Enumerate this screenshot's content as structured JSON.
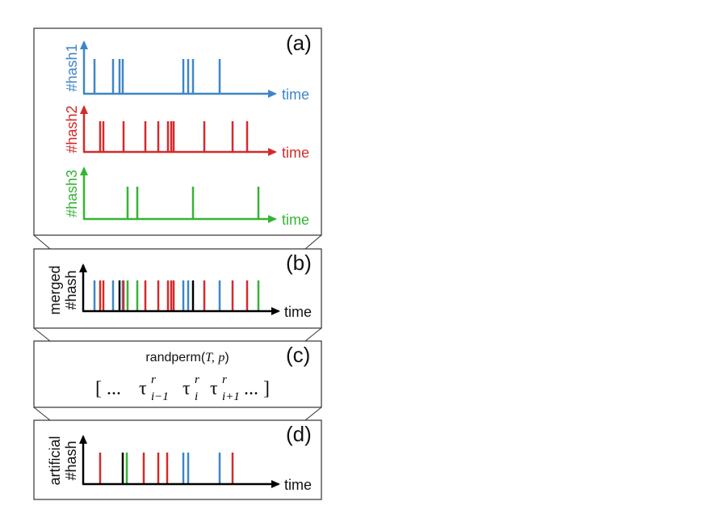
{
  "colors": {
    "hash1": "#3f86c6",
    "hash2": "#d42a2a",
    "hash3": "#35b533",
    "black": "#000000",
    "frame": "#333333"
  },
  "panel_a": {
    "label": "(a)",
    "rows": [
      {
        "ylabel": "#hash1",
        "xlabel": "time",
        "color_key": "hash1",
        "events": [
          117,
          140,
          148,
          152,
          227,
          233,
          239,
          272
        ]
      },
      {
        "ylabel": "#hash2",
        "xlabel": "time",
        "color_key": "hash2",
        "events": [
          124,
          128,
          153,
          180,
          196,
          208,
          212,
          215,
          253,
          288,
          306
        ]
      },
      {
        "ylabel": "#hash3",
        "xlabel": "time",
        "color_key": "hash3",
        "events": [
          158,
          170,
          239,
          320
        ]
      }
    ]
  },
  "panel_b": {
    "label": "(b)",
    "ylabel_line1": "merged",
    "ylabel_line2": "#hash",
    "xlabel": "time",
    "events": [
      {
        "t": 117,
        "c": "hash1"
      },
      {
        "t": 124,
        "c": "hash2"
      },
      {
        "t": 128,
        "c": "hash2"
      },
      {
        "t": 140,
        "c": "hash1"
      },
      {
        "t": 148,
        "c": "black"
      },
      {
        "t": 152,
        "c": "hash1"
      },
      {
        "t": 153,
        "c": "hash2"
      },
      {
        "t": 158,
        "c": "hash3"
      },
      {
        "t": 170,
        "c": "hash3"
      },
      {
        "t": 180,
        "c": "hash2"
      },
      {
        "t": 196,
        "c": "hash2"
      },
      {
        "t": 208,
        "c": "hash2"
      },
      {
        "t": 212,
        "c": "hash2"
      },
      {
        "t": 215,
        "c": "hash2"
      },
      {
        "t": 227,
        "c": "hash1"
      },
      {
        "t": 233,
        "c": "hash1"
      },
      {
        "t": 239,
        "c": "black"
      },
      {
        "t": 253,
        "c": "hash2"
      },
      {
        "t": 272,
        "c": "hash1"
      },
      {
        "t": 288,
        "c": "hash2"
      },
      {
        "t": 306,
        "c": "hash2"
      },
      {
        "t": 320,
        "c": "hash3"
      }
    ]
  },
  "panel_c": {
    "label": "(c)",
    "func": "randperm(",
    "arg1": "T,",
    "arg2": "p",
    "close": ")",
    "open_bracket": "[ ...",
    "tau": "τ",
    "sup": "r",
    "sub_prev": "i−1",
    "sub_cur": "i",
    "sub_next": "i+1",
    "close_bracket": "... ]"
  },
  "panel_d": {
    "label": "(d)",
    "ylabel_line1": "artificial",
    "ylabel_line2": "#hash",
    "xlabel": "time",
    "events": [
      {
        "t": 124,
        "c": "hash2"
      },
      {
        "t": 152,
        "c": "black"
      },
      {
        "t": 157,
        "c": "hash3"
      },
      {
        "t": 178,
        "c": "hash2"
      },
      {
        "t": 196,
        "c": "hash2"
      },
      {
        "t": 207,
        "c": "hash2"
      },
      {
        "t": 227,
        "c": "hash1"
      },
      {
        "t": 233,
        "c": "hash1"
      },
      {
        "t": 272,
        "c": "hash1"
      },
      {
        "t": 288,
        "c": "hash2"
      }
    ]
  }
}
